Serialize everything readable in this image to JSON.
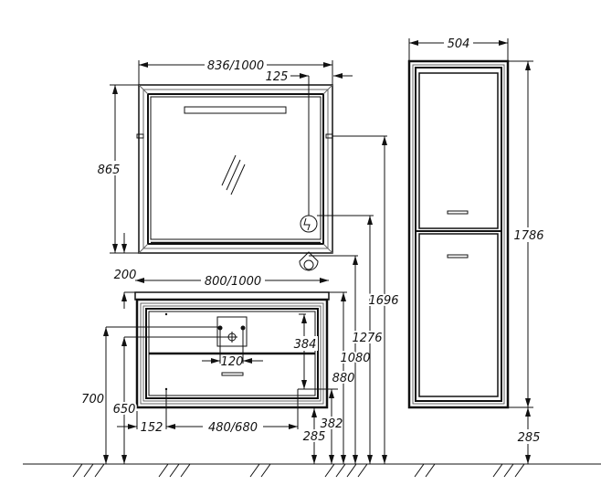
{
  "drawing": {
    "mirror": {
      "width_label": "836/1000",
      "offset_label": "125",
      "height_label": "865"
    },
    "vanity": {
      "width_label": "800/1000",
      "depth_label": "200",
      "drawer_height_label": "384",
      "tap_spacing_label": "120",
      "left_offset_label": "152",
      "hole_spacing_label": "480/680",
      "height_700_label": "700",
      "height_650_label": "650",
      "height_382_label": "382",
      "height_285_label": "285",
      "height_880_label": "880",
      "height_1080_label": "1080",
      "height_1276_label": "1276",
      "height_1696_label": "1696"
    },
    "tall_cabinet": {
      "width_label": "504",
      "height_label": "1786",
      "floor_gap_label": "285"
    }
  }
}
